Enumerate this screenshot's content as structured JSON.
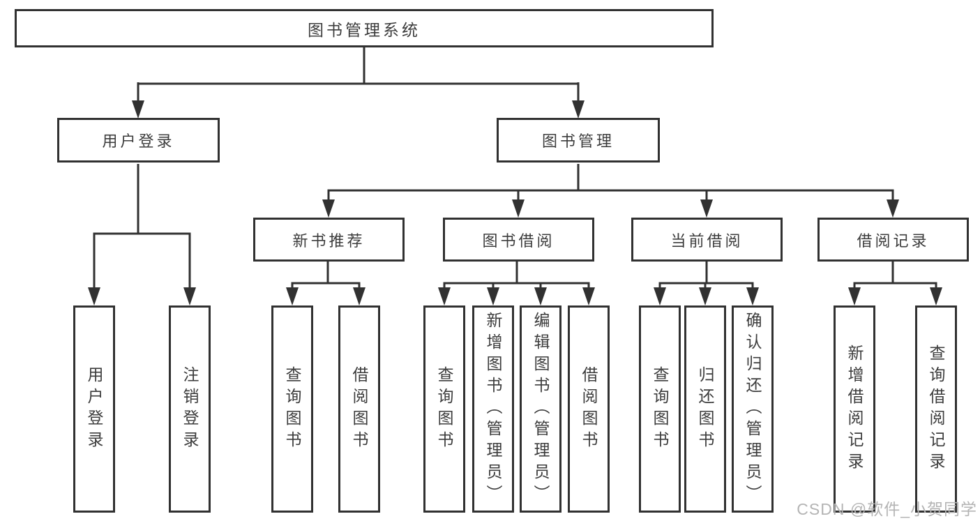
{
  "nodes": {
    "root": "图书管理系统",
    "user_login": {
      "label": "用户登录",
      "children": {
        "login": "用户登录",
        "logout": "注销登录"
      }
    },
    "book_management": {
      "label": "图书管理",
      "children": {
        "new_book_recommend": {
          "label": "新书推荐",
          "children": {
            "query_books": "查询图书",
            "borrow_books": "借阅图书"
          }
        },
        "book_borrowing": {
          "label": "图书借阅",
          "children": {
            "query_books": "查询图书",
            "add_books_admin": "新增图书（管理员）",
            "edit_books_admin": "编辑图书（管理员）",
            "borrow_books": "借阅图书"
          }
        },
        "current_borrowing": {
          "label": "当前借阅",
          "children": {
            "query_books": "查询图书",
            "return_books": "归还图书",
            "confirm_return_admin": "确认归还（管理员）"
          }
        },
        "borrowing_records": {
          "label": "借阅记录",
          "children": {
            "add_record": "新增借阅记录",
            "query_record": "查询借阅记录"
          }
        }
      }
    }
  },
  "watermark": "CSDN @软件_小贺同学",
  "colors": {
    "line": "#313131",
    "text": "#3c3c3c",
    "watermark": "#b4b4b4"
  }
}
